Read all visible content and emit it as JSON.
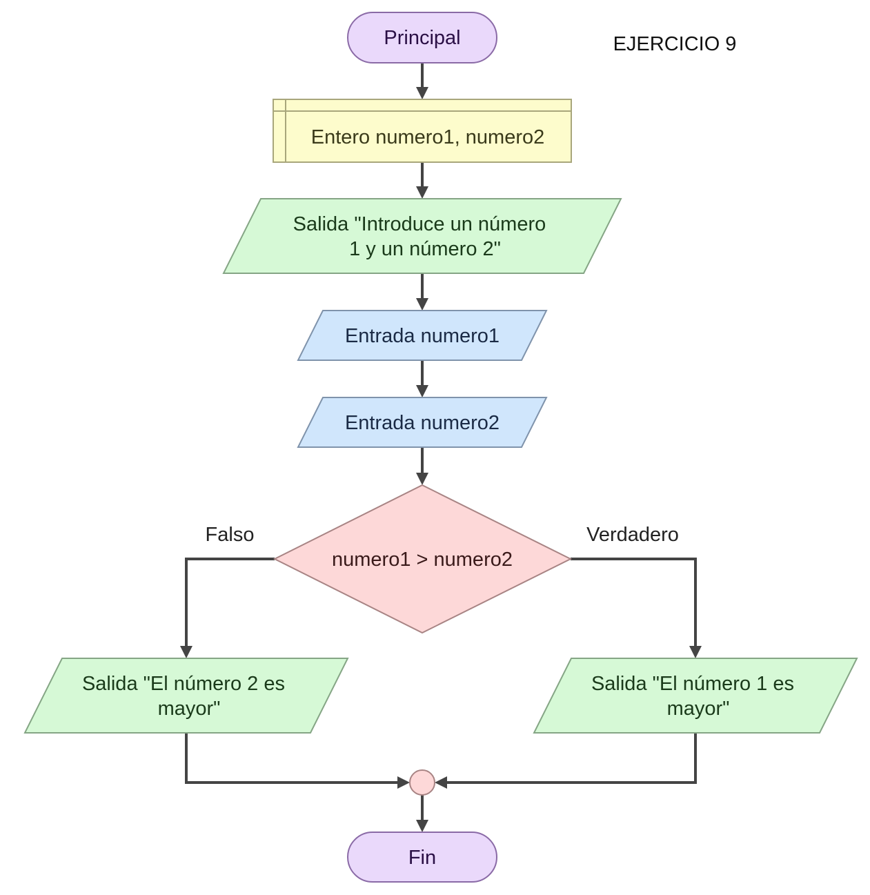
{
  "title": "EJERCICIO 9",
  "colors": {
    "terminal_fill": "#ead9fb",
    "terminal_stroke": "#8a6aa6",
    "terminal_text": "#2a0f45",
    "declare_fill": "#fdfccc",
    "declare_stroke": "#a8a67b",
    "declare_text": "#3a3a1a",
    "output_fill": "#d6f9d6",
    "output_stroke": "#85a585",
    "output_text": "#1a3a1a",
    "input_fill": "#d0e6fc",
    "input_stroke": "#7f93ab",
    "input_text": "#1a2a45",
    "decision_fill": "#fdd8d8",
    "decision_stroke": "#a88484",
    "decision_text": "#3a1a1a",
    "edge": "#444444"
  },
  "nodes": {
    "start": "Principal",
    "declare": "Entero numero1, numero2",
    "prompt": [
      "Salida \"Introduce un número",
      "1 y un número 2\""
    ],
    "input1": "Entrada numero1",
    "input2": "Entrada numero2",
    "decision": "numero1 > numero2",
    "out_false": [
      "Salida \"El número 2 es",
      "mayor\""
    ],
    "out_true": [
      "Salida \"El número 1 es",
      "mayor\""
    ],
    "end": "Fin"
  },
  "edge_labels": {
    "false": "Falso",
    "true": "Verdadero"
  }
}
